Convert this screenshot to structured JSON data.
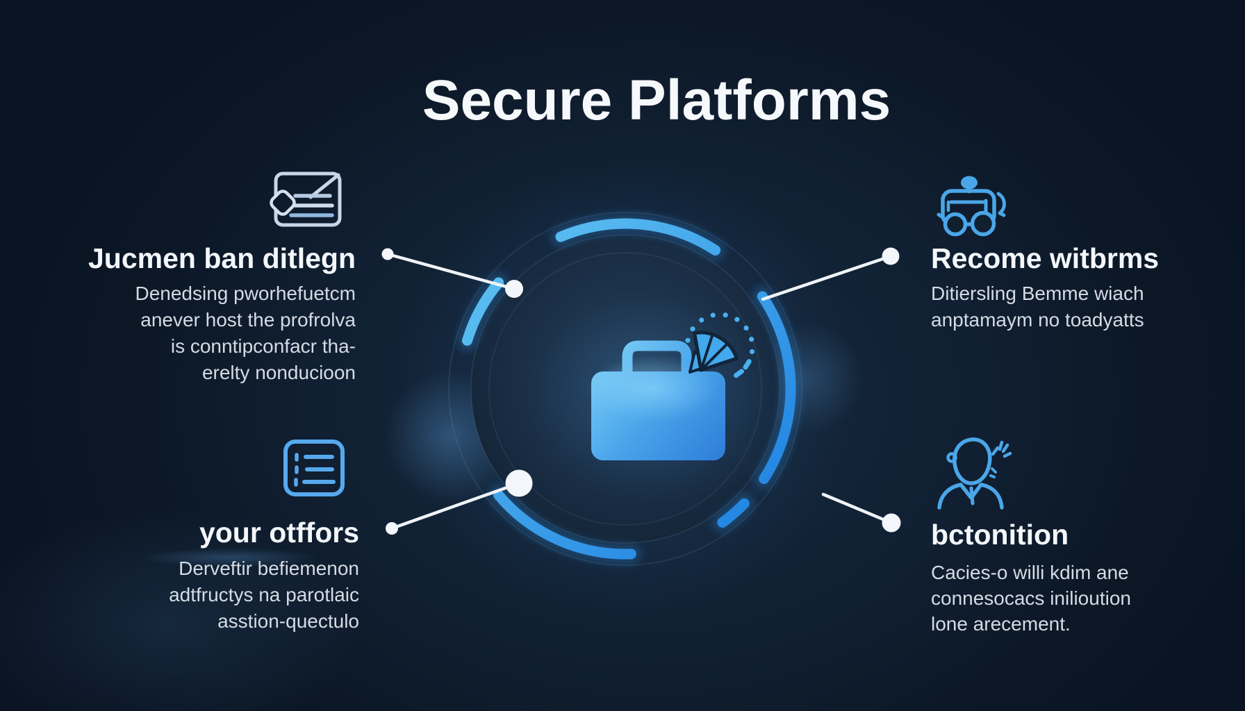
{
  "title": "Secure Platforms",
  "colors": {
    "background": "#0c1827",
    "accent_blue": "#3fa9f5",
    "arc_gradient": [
      "#5fc1f2",
      "#1579dd"
    ],
    "briefcase_gradient": [
      "#83d4f8",
      "#2e7cd9"
    ],
    "connector_white": "#f3f6fa",
    "heading_text": "#f3f6fa",
    "body_text": "#d4dbe4"
  },
  "center": {
    "icon": "briefcase-icon",
    "decor": [
      "broken-ring-arcs",
      "dotted-gauge-arc",
      "fan-shape"
    ]
  },
  "blocks": {
    "top_left": {
      "icon": "document-checklist-icon",
      "heading": "Jucmen ban ditlegn",
      "body_lines": [
        "Denedsing pworhefuetcm",
        "anever host the profrolva",
        "is conntipconfacr tha-",
        "erelty nonducioon"
      ]
    },
    "bottom_left": {
      "icon": "bullet-list-icon",
      "heading": "your otffors",
      "body_lines": [
        "Derveftir befiemenon",
        "adtfructys na parotlaic",
        "asstion-quectulo"
      ]
    },
    "top_right": {
      "icon": "robot-icon",
      "heading": "Recome witbrms",
      "body_lines": [
        "Ditiersling Bemme wiach",
        "anptamaym no toadyatts"
      ]
    },
    "bottom_right": {
      "icon": "person-idea-icon",
      "heading": "bctonition",
      "body_lines": [
        "Cacies-o willi kdim ane",
        "connesocacs inilioution",
        "lone arecement."
      ]
    }
  }
}
